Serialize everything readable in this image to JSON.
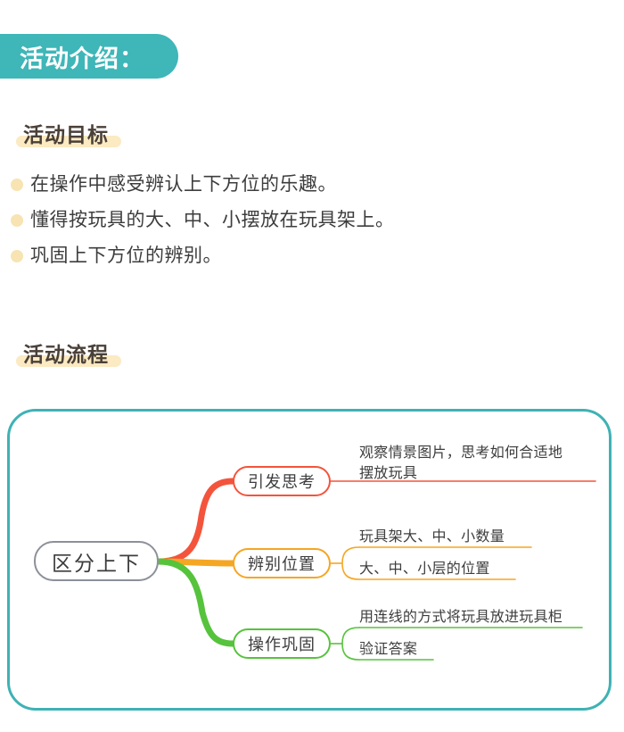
{
  "header": {
    "title": "活动介绍：",
    "badge_color": "#3fb6b8"
  },
  "sections": {
    "goals": {
      "heading": "活动目标",
      "highlight_color": "#fbeac2",
      "bullet_color": "#f7e4b2",
      "items": [
        "在操作中感受辨认上下方位的乐趣。",
        "懂得按玩具的大、中、小摆放在玩具架上。",
        "巩固上下方位的辨别。"
      ]
    },
    "flow": {
      "heading": "活动流程",
      "highlight_color": "#fbeac2"
    }
  },
  "mindmap": {
    "frame_color": "#3fb2b4",
    "root": {
      "label": "区分上下",
      "border_color": "#8d9099"
    },
    "branches": [
      {
        "label": "引发思考",
        "color": "#f4543c",
        "leaves": [
          "观察情景图片，思考如何合适地\n摆放玩具"
        ]
      },
      {
        "label": "辨别位置",
        "color": "#f5a623",
        "leaves": [
          "玩具架大、中、小数量",
          "大、中、小层的位置"
        ]
      },
      {
        "label": "操作巩固",
        "color": "#56c33c",
        "leaves": [
          "用连线的方式将玩具放进玩具柜",
          "验证答案"
        ]
      }
    ]
  }
}
